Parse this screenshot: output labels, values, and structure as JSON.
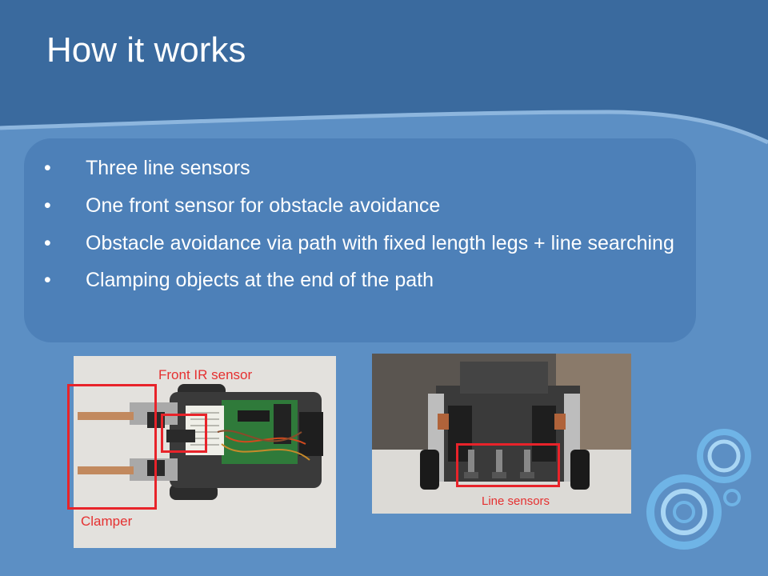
{
  "slide": {
    "title": "How it works",
    "bullets": [
      {
        "text": "Three line sensors"
      },
      {
        "text": "One front sensor for obstacle avoidance"
      },
      {
        "text": "Obstacle avoidance via path with fixed length legs + line searching"
      },
      {
        "text": "Clamping objects at the end of the path"
      }
    ],
    "bullet_glyph": "•",
    "photos": {
      "left": {
        "labels": {
          "front_ir": "Front IR sensor",
          "clamper": "Clamper"
        }
      },
      "right": {
        "labels": {
          "line_sensors": "Line sensors"
        }
      }
    },
    "colors": {
      "background": "#5c8fc4",
      "header": "#3a6a9e",
      "content_box": "#4d80b8",
      "annotation": "#e53030"
    }
  }
}
